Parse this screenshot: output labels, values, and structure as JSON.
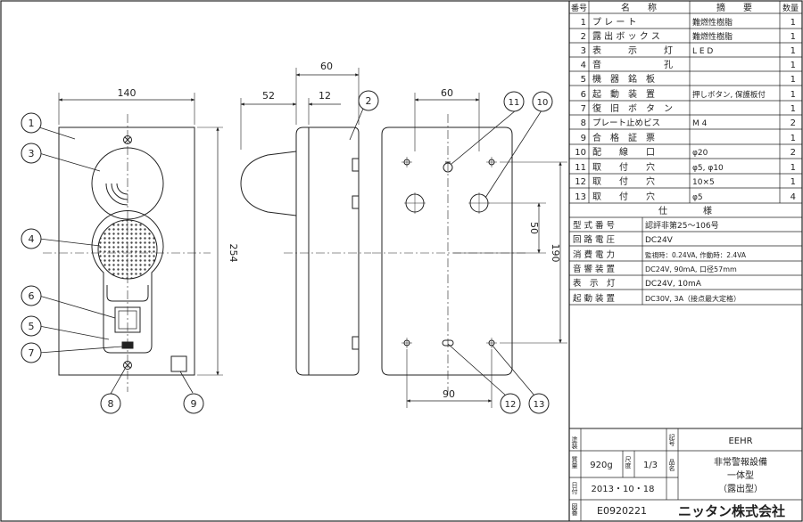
{
  "parts_header": {
    "no": "番号",
    "name": "名　　称",
    "spec": "摘　　要",
    "qty": "数量"
  },
  "parts": [
    {
      "no": "1",
      "name": "プ レ ー ト",
      "spec": "難燃性樹脂",
      "qty": "1"
    },
    {
      "no": "2",
      "name": "露 出 ボ ッ ク ス",
      "spec": "難燃性樹脂",
      "qty": "1"
    },
    {
      "no": "3",
      "name": "表　　　示　　　灯",
      "spec": "L E D",
      "qty": "1"
    },
    {
      "no": "4",
      "name": "音　　　　　　　孔",
      "spec": "",
      "qty": "1"
    },
    {
      "no": "5",
      "name": "機　器　銘　板",
      "spec": "",
      "qty": "1"
    },
    {
      "no": "6",
      "name": "起　動　装　置",
      "spec": "押しボタン, 保護板付",
      "qty": "1"
    },
    {
      "no": "7",
      "name": "復　旧　ボ　タ　ン",
      "spec": "",
      "qty": "1"
    },
    {
      "no": "8",
      "name": "プレート止めビス",
      "spec": "M 4",
      "qty": "2"
    },
    {
      "no": "9",
      "name": "合　格　証　票",
      "spec": "",
      "qty": "1"
    },
    {
      "no": "10",
      "name": "配　　線　　口",
      "spec": "φ20",
      "qty": "2"
    },
    {
      "no": "11",
      "name": "取　　付　　穴",
      "spec": "φ5, φ10",
      "qty": "1"
    },
    {
      "no": "12",
      "name": "取　　付　　穴",
      "spec": "10×5",
      "qty": "1"
    },
    {
      "no": "13",
      "name": "取　　付　　穴",
      "spec": "φ5",
      "qty": "4"
    }
  ],
  "spec_header": "仕　　　　様",
  "specs": [
    {
      "label": "型 式 番 号",
      "value": "認評非第25～106号"
    },
    {
      "label": "回 路 電 圧",
      "value": "DC24V"
    },
    {
      "label": "消 費 電 力",
      "value": "監視時：0.24VA, 作動時：2.4VA"
    },
    {
      "label": "音 響 装 置",
      "value": "DC24V, 90mA, 口径57mm"
    },
    {
      "label": "表　示　灯",
      "value": "DC24V, 10mA"
    },
    {
      "label": "起 動 装 置",
      "value": "DC30V, 3A（接点最大定格）"
    }
  ],
  "title_block": {
    "coat_label": "塗装",
    "mark_label": "記号",
    "mark_value": "EEHR",
    "mass_label": "質量",
    "mass_value": "920g",
    "scale_label": "尺度",
    "scale_value": "1/3",
    "name_label": "品名",
    "name_line1": "非常警報設備",
    "name_line2": "一体型",
    "name_line3": "（露出型）",
    "date_label": "日付",
    "date_value": "2013・10・18",
    "drawing_label": "図番",
    "drawing_value": "E0920221",
    "company": "ニッタン株式会社"
  },
  "dimensions": {
    "front_width": "140",
    "front_height": "254",
    "side_depth": "60",
    "side_lamp": "52",
    "side_box": "12",
    "back_top": "60",
    "back_bottom": "90",
    "back_mid": "50",
    "back_height": "190"
  },
  "callouts": [
    "1",
    "2",
    "3",
    "4",
    "5",
    "6",
    "7",
    "8",
    "9",
    "10",
    "11",
    "12",
    "13"
  ]
}
